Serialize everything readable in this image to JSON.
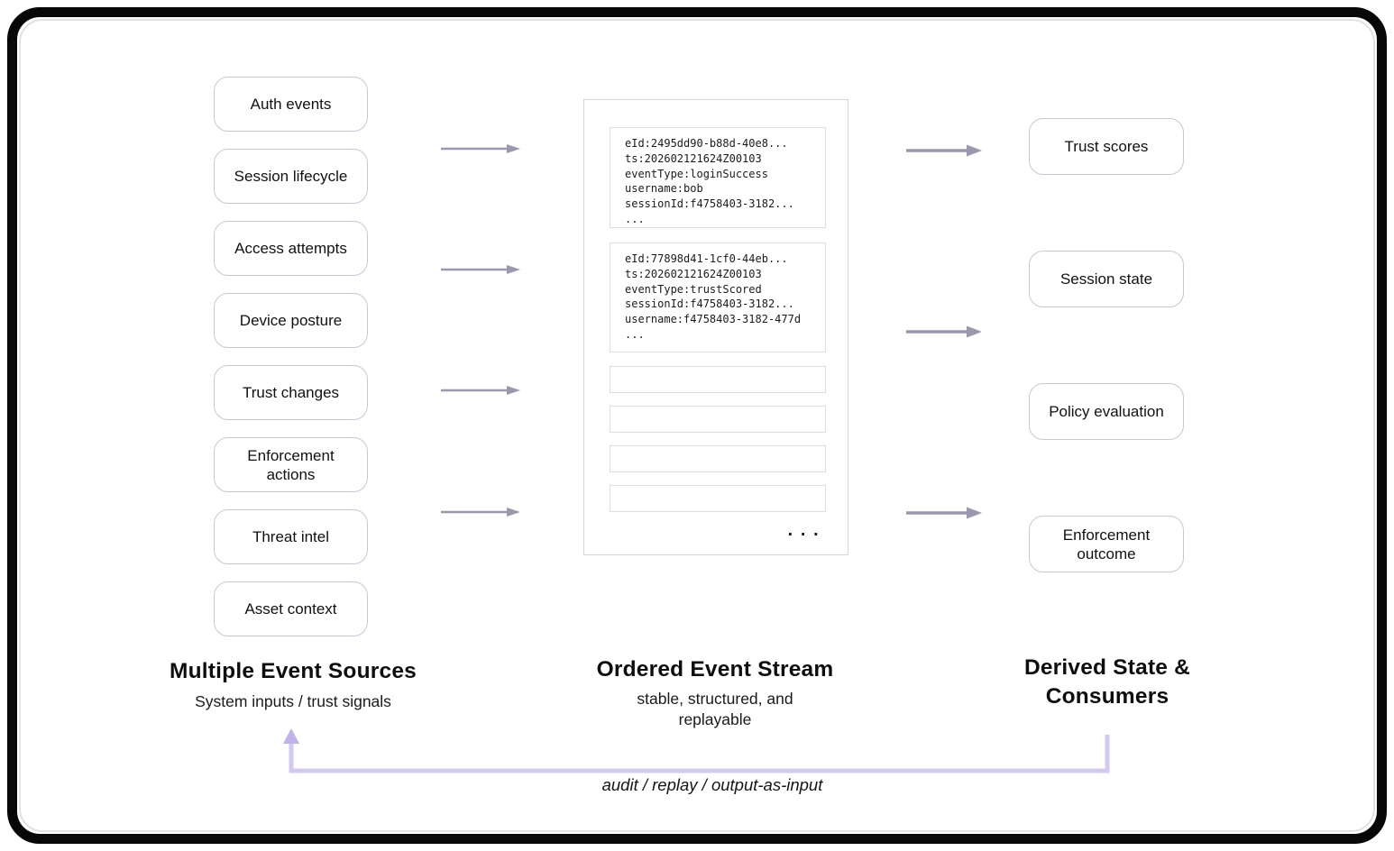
{
  "sources": {
    "title": "Multiple Event Sources",
    "subtitle": "System inputs / trust signals",
    "items": [
      "Auth events",
      "Session lifecycle",
      "Access attempts",
      "Device posture",
      "Trust changes",
      "Enforcement actions",
      "Threat intel",
      "Asset context"
    ]
  },
  "stream": {
    "title": "Ordered Event Stream",
    "subtitle": "stable, structured, and replayable",
    "events": [
      {
        "lines": [
          "eId:2495dd90-b88d-40e8...",
          "ts:202602121624Z00103",
          "eventType:loginSuccess",
          "username:bob",
          "sessionId:f4758403-3182...",
          "..."
        ]
      },
      {
        "lines": [
          "eId:77898d41-1cf0-44eb...",
          "ts:202602121624Z00103",
          "eventType:trustScored",
          "sessionId:f4758403-3182...",
          "username:f4758403-3182-477d",
          "..."
        ]
      }
    ],
    "empty_slot_count": 4,
    "ellipsis": "..."
  },
  "consumers": {
    "title": "Derived State & Consumers",
    "items": [
      "Trust scores",
      "Session state",
      "Policy evaluation",
      "Enforcement outcome"
    ]
  },
  "feedback": {
    "label": "audit / replay / output-as-input"
  },
  "colors": {
    "node_border": "#c8c8d7",
    "stream_border": "#d5d5de",
    "event_card_border": "#dddde5",
    "flow_arrow": "#9b97ad",
    "feedback_arrow": "#d3c9f1",
    "feedback_arrowhead": "#c1b2eb",
    "frame": "#070707",
    "text": "#141414"
  }
}
